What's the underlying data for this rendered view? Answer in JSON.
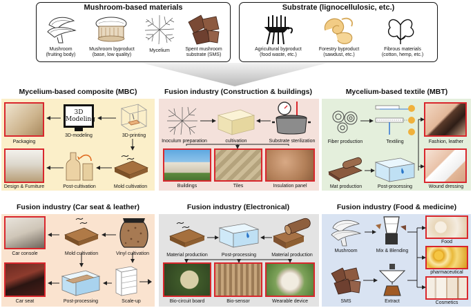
{
  "top": {
    "materials_title": "Mushroom-based materials",
    "substrate_title": "Substrate (lignocellulosic, etc.)",
    "materials": [
      {
        "line1": "Mushroom",
        "line2": "(fruiting body)"
      },
      {
        "line1": "Mushroom byproduct",
        "line2": "(base, low quality)"
      },
      {
        "line1": "Mycelium",
        "line2": ""
      },
      {
        "line1": "Spent mushroom",
        "line2": "substrate (SMS)"
      }
    ],
    "substrates": [
      {
        "line1": "Agricultural byproduct",
        "line2": "(food waste, etc.)"
      },
      {
        "line1": "Forestry byproduct",
        "line2": "(sawdust, etc.)"
      },
      {
        "line1": "Fibrous materials",
        "line2": "(cotton, hemp, etc.)"
      }
    ]
  },
  "panels": {
    "mbc": {
      "title": "Mycelium-based composite (MBC)",
      "modeling_text": "3D\nModeling",
      "labels": [
        "Packaging",
        "3D-modeling",
        "3D-printing",
        "Design & Furniture",
        "Post-cultivation",
        "Mold cultivation"
      ]
    },
    "construction": {
      "title": "Fusion industry (Construction & buildings)",
      "labels": [
        "Inoculum preparation",
        "cultivation",
        "Substrate sterilization",
        "Buildings",
        "Tiles",
        "Insulation panel"
      ]
    },
    "mbt": {
      "title": "Mycelium-based textile (MBT)",
      "labels": [
        "Fiber production",
        "Textiling",
        "Fashion, leather",
        "Mat production",
        "Post-processing",
        "Wound dressing"
      ]
    },
    "car": {
      "title": "Fusion industry (Car seat & leather)",
      "labels": [
        "Car console",
        "Mold cultivation",
        "Vinyl cultivation",
        "Car seat",
        "Post-processing",
        "Scale-up"
      ]
    },
    "electronics": {
      "title": "Fusion industry (Electronical)",
      "labels": [
        "Material production",
        "Post-processing",
        "Material production",
        "Bio-circuit board",
        "Bio-sensor",
        "Wearable device"
      ]
    },
    "food": {
      "title": "Fusion industry (Food & medicine)",
      "labels": [
        "Mushroom",
        "Mix & Blending",
        "Food",
        "pharmaceutical",
        "SMS",
        "Extract",
        "Cosmetics"
      ]
    }
  }
}
